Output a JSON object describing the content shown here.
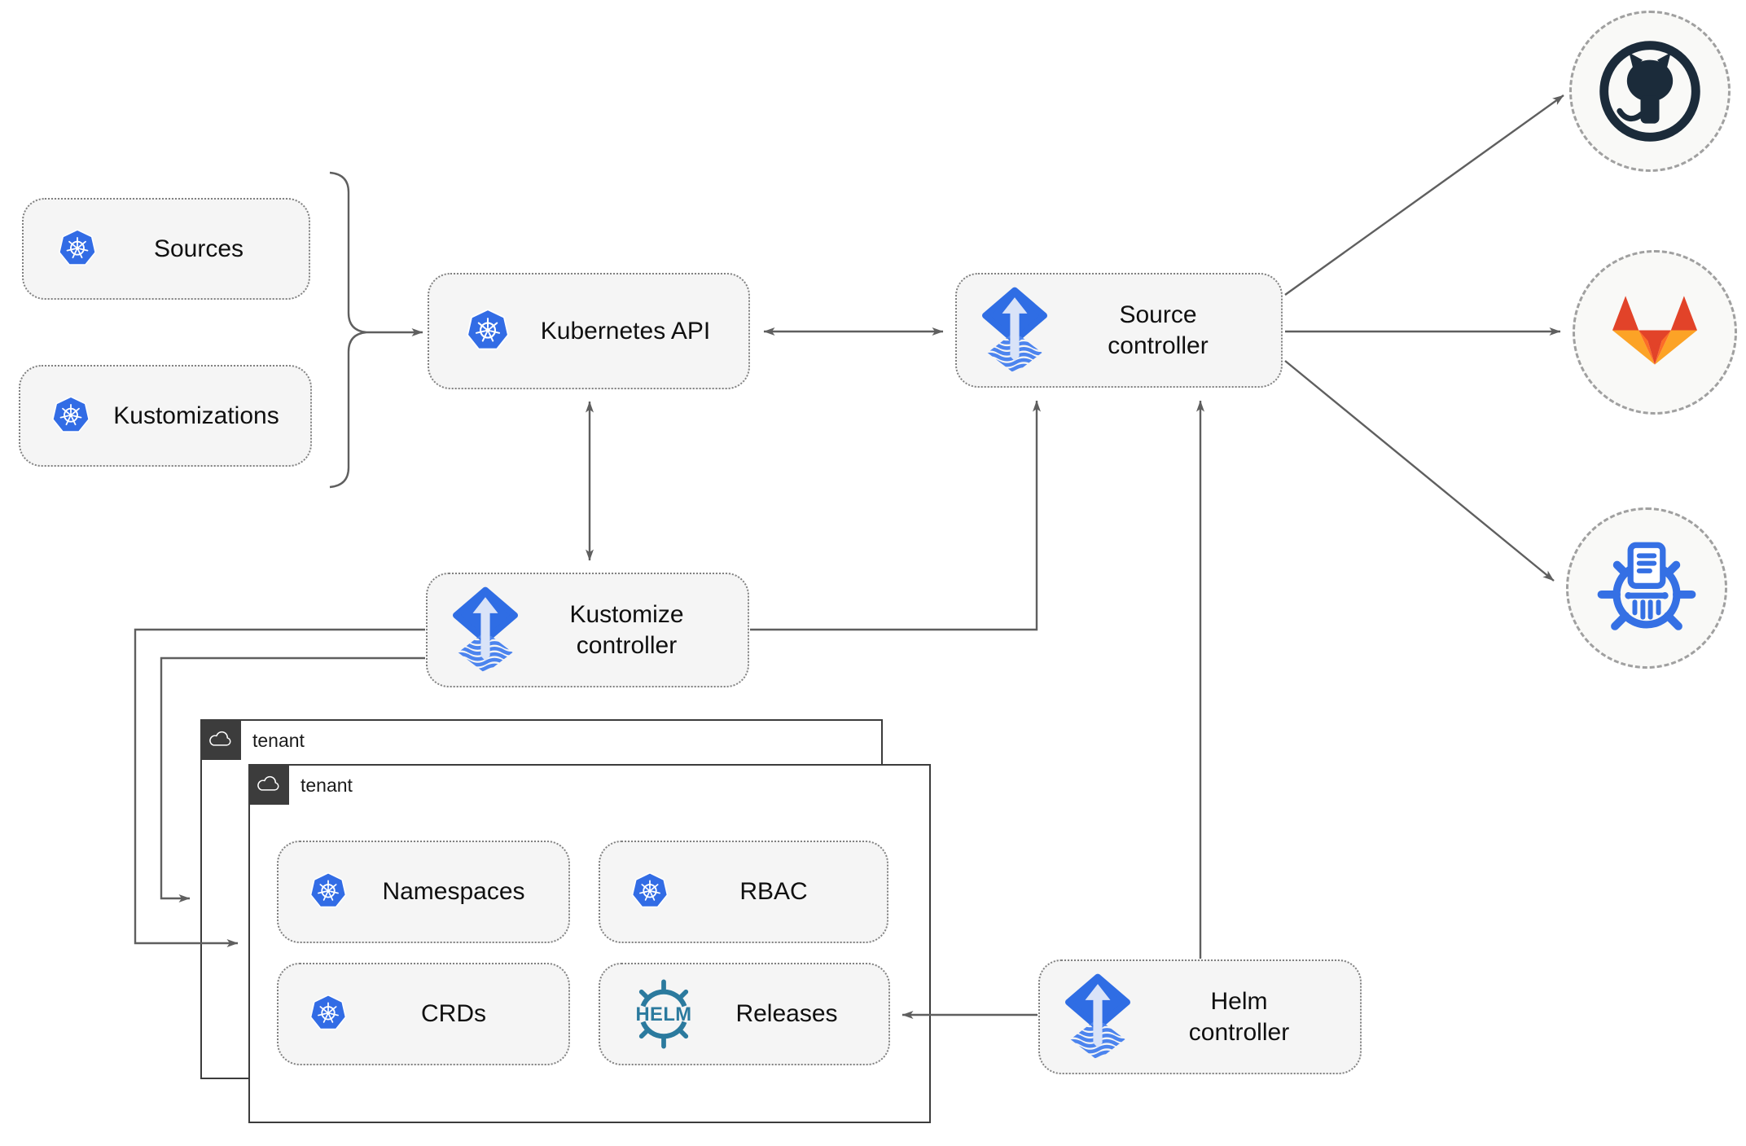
{
  "nodes": {
    "sources": {
      "label": "Sources",
      "icon": "kubernetes-icon"
    },
    "kustomizations": {
      "label": "Kustomizations",
      "icon": "kubernetes-icon"
    },
    "kubernetes_api": {
      "label": "Kubernetes API",
      "icon": "kubernetes-icon"
    },
    "source_controller": {
      "label": "Source\ncontroller",
      "icon": "flux-icon"
    },
    "kustomize_controller": {
      "label": "Kustomize\ncontroller",
      "icon": "flux-icon"
    },
    "helm_controller": {
      "label": "Helm\ncontroller",
      "icon": "flux-icon"
    },
    "namespaces": {
      "label": "Namespaces",
      "icon": "kubernetes-icon"
    },
    "rbac": {
      "label": "RBAC",
      "icon": "kubernetes-icon"
    },
    "crds": {
      "label": "CRDs",
      "icon": "kubernetes-icon"
    },
    "releases": {
      "label": "Releases",
      "icon": "helm-wheel-icon",
      "icon_text": "HELM"
    }
  },
  "tenants": {
    "outer": {
      "label": "tenant",
      "icon": "cloud-icon"
    },
    "inner": {
      "label": "tenant",
      "icon": "cloud-icon"
    }
  },
  "externals": {
    "github": {
      "icon": "github-octocat-icon"
    },
    "gitlab": {
      "icon": "gitlab-fox-icon"
    },
    "helm_repository": {
      "icon": "chartmuseum-icon"
    }
  },
  "colors": {
    "kubernetes_blue": "#326ce5",
    "flux_blue": "#2f6de4",
    "flux_arrow_light": "#d9e3f8",
    "helm_teal": "#2b7a9e",
    "github_dark": "#1b2b3a",
    "gitlab_red": "#e24329",
    "gitlab_orange": "#fc6d26",
    "gitlab_amber": "#fca326",
    "chartmuseum_blue": "#3570e4",
    "connector_gray": "#5f5f5f",
    "node_fill": "#f5f5f5",
    "node_border": "#818181",
    "tenant_dark": "#3c3c3c",
    "external_circle_fill": "#f9f9f7"
  }
}
